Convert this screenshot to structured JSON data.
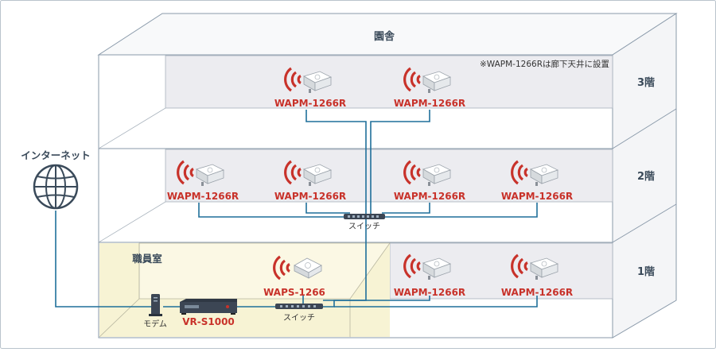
{
  "building": {
    "title": "園舎",
    "note": "※WAPM-1266Rは廊下天井に設置",
    "floors": [
      "3階",
      "2階",
      "1階"
    ]
  },
  "internet": {
    "label": "インターネット"
  },
  "staff_room": {
    "label": "職員室"
  },
  "devices": {
    "ap_3f": [
      "WAPM-1266R",
      "WAPM-1266R"
    ],
    "ap_2f": [
      "WAPM-1266R",
      "WAPM-1266R",
      "WAPM-1266R",
      "WAPM-1266R"
    ],
    "ap_1f": [
      "WAPM-1266R",
      "WAPM-1266R"
    ],
    "ap_office": "WAPS-1266",
    "switch_2f": "スイッチ",
    "switch_1f": "スイッチ",
    "modem": "モデム",
    "router": "VR-S1000"
  },
  "colors": {
    "cable": "#1f6f9a",
    "corridor": "#ececf0",
    "staff_room_fill": "#f7f3d4",
    "ap_label": "#c8322a",
    "wifi_arcs": "#c8322a",
    "outline": "#8a9aaa"
  }
}
